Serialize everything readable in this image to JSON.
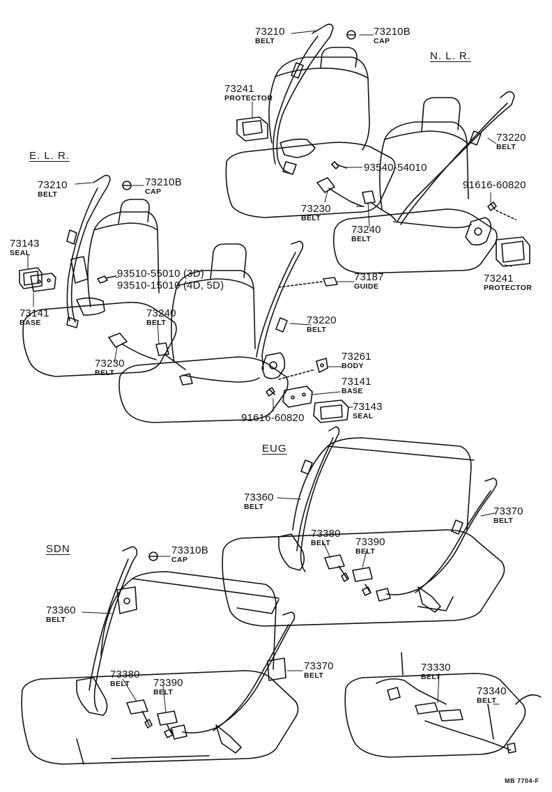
{
  "sections": {
    "nlr": "N. L. R.",
    "elr": "E. L. R.",
    "eug": "EUG",
    "sdn": "SDN"
  },
  "parts": [
    {
      "id": "p1",
      "number": "73210",
      "name": "BELT"
    },
    {
      "id": "p2",
      "number": "73210B",
      "name": "CAP"
    },
    {
      "id": "p3",
      "number": "73241",
      "name": "PROTECTOR"
    },
    {
      "id": "p4",
      "number": "73220",
      "name": "BELT"
    },
    {
      "id": "p5",
      "number": "93540-54010",
      "name": ""
    },
    {
      "id": "p6",
      "number": "91616-60820",
      "name": ""
    },
    {
      "id": "p7",
      "number": "73230",
      "name": "BELT"
    },
    {
      "id": "p8",
      "number": "73240",
      "name": "BELT"
    },
    {
      "id": "p9",
      "number": "73241",
      "name": "PROTECTOR"
    },
    {
      "id": "p10",
      "number": "73210",
      "name": "BELT"
    },
    {
      "id": "p11",
      "number": "73210B",
      "name": "CAP"
    },
    {
      "id": "p12",
      "number": "73143",
      "name": "SEAL"
    },
    {
      "id": "p13",
      "number": "93510-55010 (3D)",
      "name": ""
    },
    {
      "id": "p14",
      "number": "93510-15010 (4D, 5D)",
      "name": ""
    },
    {
      "id": "p15",
      "number": "73187",
      "name": "GUIDE"
    },
    {
      "id": "p16",
      "number": "73141",
      "name": "BASE"
    },
    {
      "id": "p17",
      "number": "73240",
      "name": "BELT"
    },
    {
      "id": "p18",
      "number": "73220",
      "name": "BELT"
    },
    {
      "id": "p19",
      "number": "73230",
      "name": "BELT"
    },
    {
      "id": "p20",
      "number": "73261",
      "name": "BODY"
    },
    {
      "id": "p21",
      "number": "73141",
      "name": "BASE"
    },
    {
      "id": "p22",
      "number": "91616-60820",
      "name": ""
    },
    {
      "id": "p23",
      "number": "73143",
      "name": "SEAL"
    },
    {
      "id": "p24",
      "number": "73360",
      "name": "BELT"
    },
    {
      "id": "p25",
      "number": "73370",
      "name": "BELT"
    },
    {
      "id": "p26",
      "number": "73380",
      "name": "BELT"
    },
    {
      "id": "p27",
      "number": "73390",
      "name": "BELT"
    },
    {
      "id": "p28",
      "number": "73310B",
      "name": "CAP"
    },
    {
      "id": "p29",
      "number": "73360",
      "name": "BELT"
    },
    {
      "id": "p30",
      "number": "73370",
      "name": "BELT"
    },
    {
      "id": "p31",
      "number": "73380",
      "name": "BELT"
    },
    {
      "id": "p32",
      "number": "73390",
      "name": "BELT"
    },
    {
      "id": "p33",
      "number": "73330",
      "name": "BELT"
    },
    {
      "id": "p34",
      "number": "73340",
      "name": "BELT"
    }
  ],
  "footer_code": "MB  7704-F",
  "colors": {
    "ink": "#111111",
    "paper": "#ffffff"
  }
}
